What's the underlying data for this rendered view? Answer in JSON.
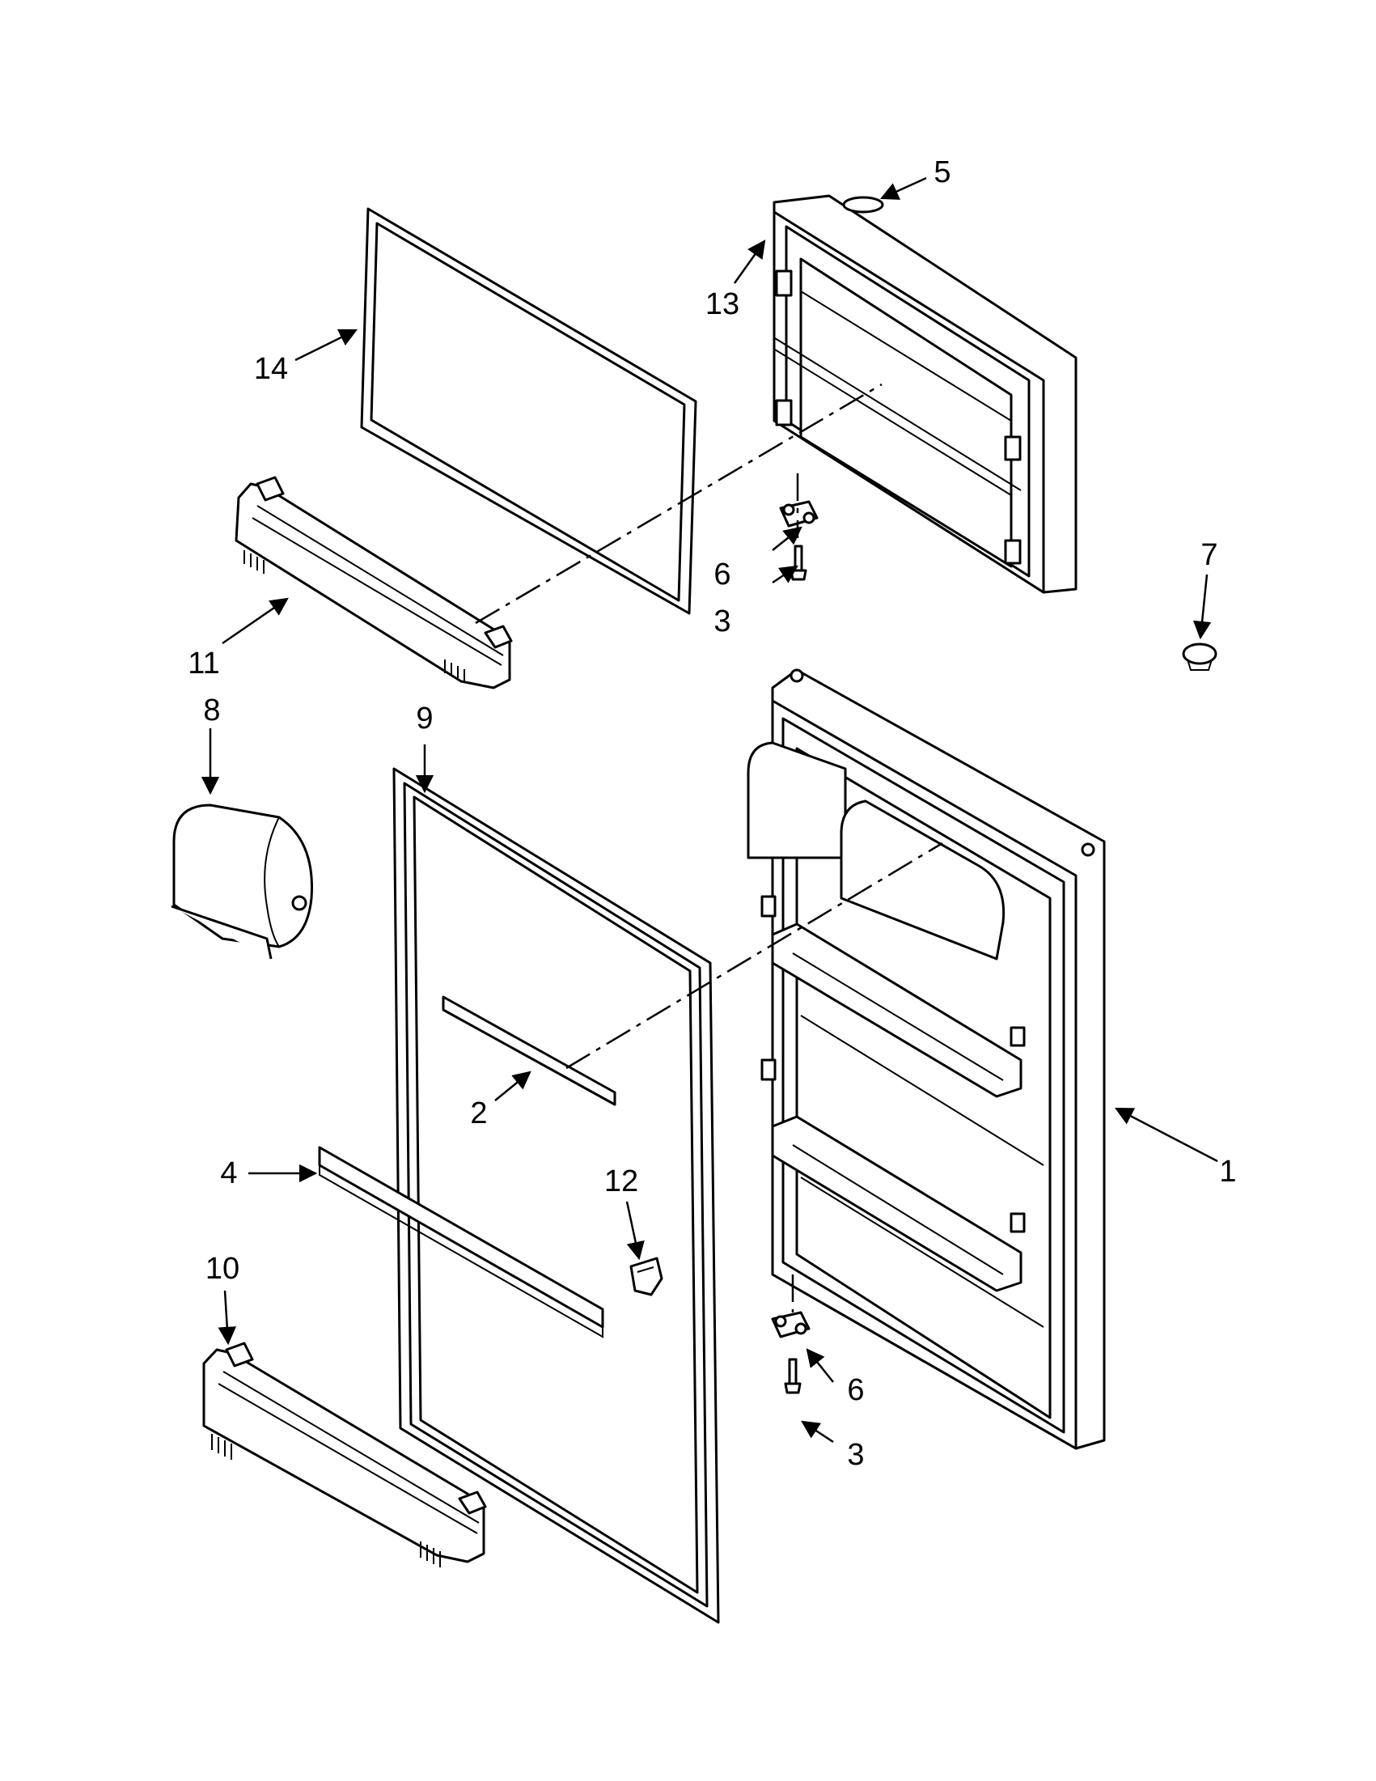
{
  "diagram": {
    "callouts": [
      {
        "id": "1",
        "text": "1"
      },
      {
        "id": "2",
        "text": "2"
      },
      {
        "id": "3a",
        "text": "3"
      },
      {
        "id": "3b",
        "text": "3"
      },
      {
        "id": "4",
        "text": "4"
      },
      {
        "id": "5",
        "text": "5"
      },
      {
        "id": "6a",
        "text": "6"
      },
      {
        "id": "6b",
        "text": "6"
      },
      {
        "id": "7",
        "text": "7"
      },
      {
        "id": "8",
        "text": "8"
      },
      {
        "id": "9",
        "text": "9"
      },
      {
        "id": "10",
        "text": "10"
      },
      {
        "id": "11",
        "text": "11"
      },
      {
        "id": "12",
        "text": "12"
      },
      {
        "id": "13",
        "text": "13"
      },
      {
        "id": "14",
        "text": "14"
      }
    ]
  }
}
